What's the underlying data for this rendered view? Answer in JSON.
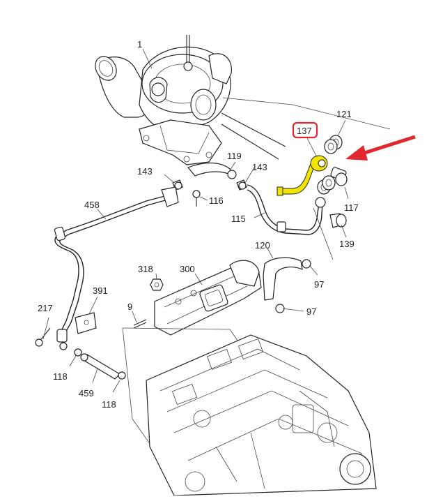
{
  "diagram": {
    "callouts": {
      "c1": "1",
      "c121": "121",
      "c137": "137",
      "c143a": "143",
      "c119": "119",
      "c143b": "143",
      "c116": "116",
      "c115": "115",
      "c117": "117",
      "c139": "139",
      "c458": "458",
      "c120": "120",
      "c318": "318",
      "c300": "300",
      "c97a": "97",
      "c97b": "97",
      "c391": "391",
      "c9": "9",
      "c217": "217",
      "c118a": "118",
      "c459": "459",
      "c118b": "118"
    },
    "highlight": {
      "part_number": "137",
      "box_color": "#e0282e",
      "part_color": "#f2e600",
      "arrow_color": "#e0282e"
    }
  }
}
